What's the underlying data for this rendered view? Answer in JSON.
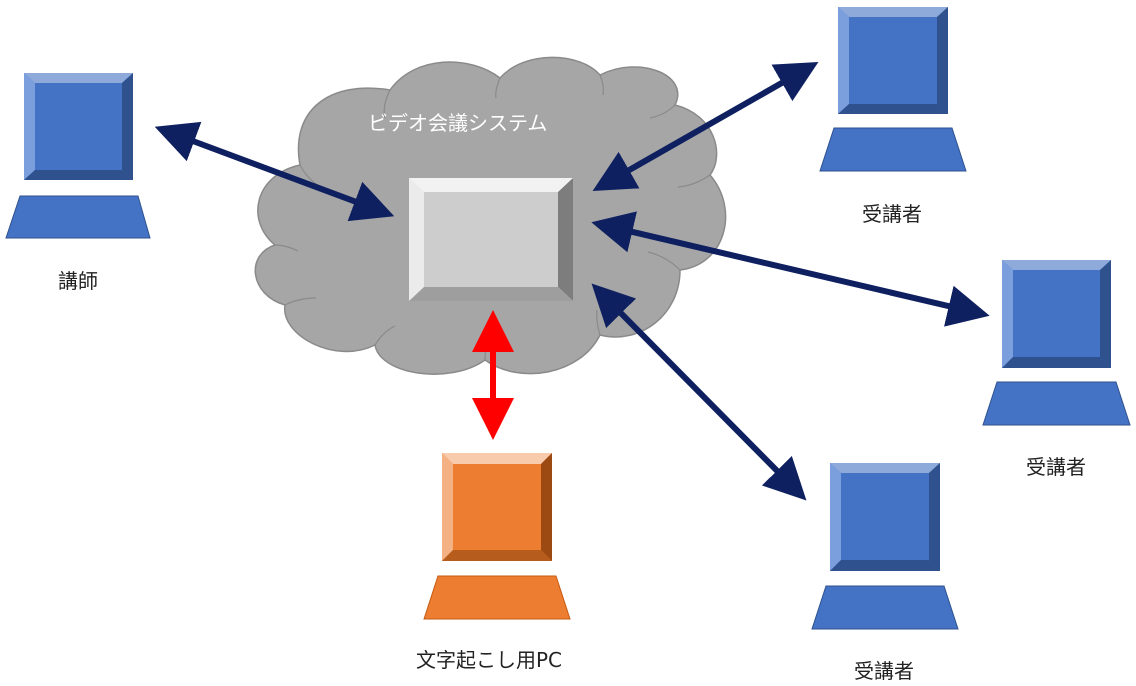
{
  "cloud": {
    "label": "ビデオ会議システム"
  },
  "nodes": {
    "instructor": {
      "label": "講師"
    },
    "transcription_pc": {
      "label": "文字起こし用PC"
    },
    "student_top": {
      "label": "受講者"
    },
    "student_right": {
      "label": "受講者"
    },
    "student_bottom": {
      "label": "受講者"
    }
  },
  "colors": {
    "cloud_fill": "#a6a6a6",
    "cloud_stroke": "#8a8a8a",
    "server_face": "#cdcdcd",
    "pc_blue": "#4472c4",
    "pc_blue_light": "#7b9fdc",
    "pc_blue_dark": "#2f528f",
    "pc_orange": "#ed7d31",
    "pc_orange_light": "#f4b183",
    "pc_orange_dark": "#b65c1c",
    "arrow_navy": "#0e2060",
    "arrow_red": "#ff0000"
  }
}
